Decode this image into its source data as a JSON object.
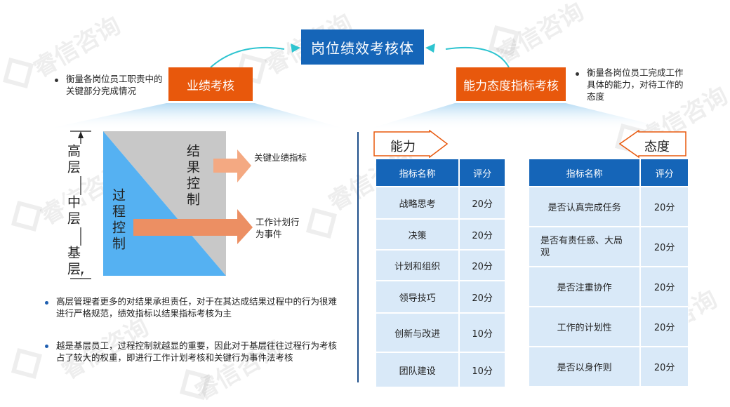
{
  "watermark": "睿信咨询",
  "top_title": "岗位绩效考核体",
  "perf_box": "业绩考核",
  "ability_box": "能力态度指标考核",
  "perf_note": "衡量各岗位员工职责中的关键部分完成情况",
  "ability_note": "衡量各岗位员工完成工作具体的能力，对待工作的态度",
  "levels": {
    "high": "高层",
    "mid": "中层",
    "base": "基层"
  },
  "result_control": "结果控制",
  "process_control": "过程控制",
  "arrow1_label": "关键业绩指标",
  "arrow2_label": "工作计划行为事件",
  "bottom_bullets": [
    "高层管理者更多的对结果承担责任，对于在其达成结果过程中的行为很难进行严格规范，绩效指标以结果指标考核为主",
    "越是基层员工，过程控制就越显的重要，因此对于基层往往过程行为考核占了较大的权重，即进行工作计划考核和关键行为事件法考核"
  ],
  "ability": {
    "tag": "能力",
    "headers": [
      "指标名称",
      "评分"
    ],
    "rows": [
      [
        "战略思考",
        "20分"
      ],
      [
        "决策",
        "20分"
      ],
      [
        "计划和组织",
        "20分"
      ],
      [
        "领导技巧",
        "20分"
      ],
      [
        "创新与改进",
        "10分"
      ],
      [
        "团队建设",
        "10分"
      ]
    ]
  },
  "attitude": {
    "tag": "态度",
    "headers": [
      "指标名称",
      "评分"
    ],
    "rows": [
      [
        "是否认真完成任务",
        "20分"
      ],
      [
        "是否有责任感、大局观",
        "20分"
      ],
      [
        "是否注重协作",
        "20分"
      ],
      [
        "工作的计划性",
        "20分"
      ],
      [
        "是否以身作则",
        "20分"
      ]
    ]
  },
  "colors": {
    "blue": "#1565b8",
    "orange": "#e8580c",
    "cell": "#d9e9f8",
    "cyan": "#2ec4d0"
  }
}
